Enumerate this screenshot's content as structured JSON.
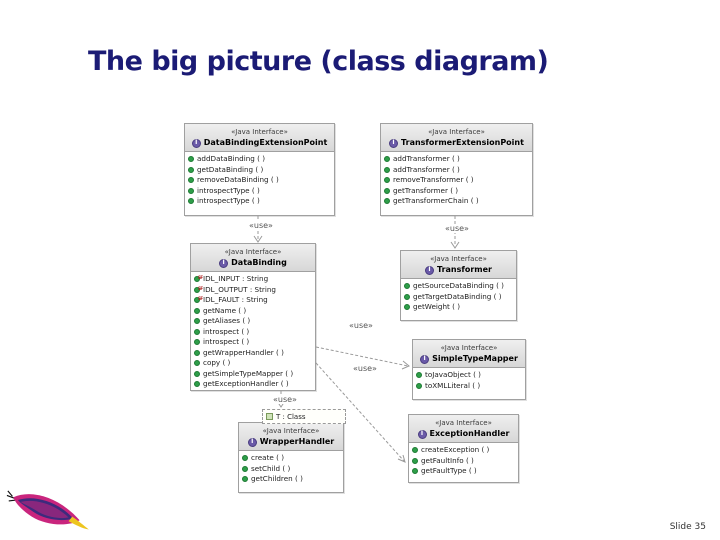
{
  "slide": {
    "title": "The big picture (class diagram)",
    "slide_number": "Slide 35"
  },
  "diagram": {
    "dependency_label": "«use»",
    "template_parameter": "T : Class",
    "interface_icon_letter": "I",
    "classes": [
      {
        "stereotype": "«Java Interface»",
        "name": "DataBindingExtensionPoint",
        "fields": [],
        "methods": [
          "addDataBinding ( )",
          "getDataBinding ( )",
          "removeDataBinding ( )",
          "introspectType ( )",
          "introspectType ( )"
        ]
      },
      {
        "stereotype": "«Java Interface»",
        "name": "TransformerExtensionPoint",
        "fields": [],
        "methods": [
          "addTransformer ( )",
          "addTransformer ( )",
          "removeTransformer ( )",
          "getTransformer ( )",
          "getTransformerChain ( )"
        ]
      },
      {
        "stereotype": "«Java Interface»",
        "name": "DataBinding",
        "fields": [
          "IDL_INPUT : String",
          "IDL_OUTPUT : String",
          "IDL_FAULT : String"
        ],
        "methods": [
          "getName ( )",
          "getAliases ( )",
          "introspect ( )",
          "introspect ( )",
          "getWrapperHandler ( )",
          "copy ( )",
          "getSimpleTypeMapper ( )",
          "getExceptionHandler ( )"
        ]
      },
      {
        "stereotype": "«Java Interface»",
        "name": "Transformer",
        "fields": [],
        "methods": [
          "getSourceDataBinding ( )",
          "getTargetDataBinding ( )",
          "getWeight ( )"
        ]
      },
      {
        "stereotype": "«Java Interface»",
        "name": "SimpleTypeMapper",
        "fields": [],
        "methods": [
          "toJavaObject ( )",
          "toXMLLiteral ( )"
        ]
      },
      {
        "stereotype": "«Java Interface»",
        "name": "ExceptionHandler",
        "fields": [],
        "methods": [
          "createException ( )",
          "getFaultInfo ( )",
          "getFaultType ( )"
        ]
      },
      {
        "stereotype": "«Java Interface»",
        "name": "WrapperHandler",
        "fields": [],
        "methods": [
          "create ( )",
          "setChild ( )",
          "getChildren ( )"
        ]
      }
    ]
  }
}
